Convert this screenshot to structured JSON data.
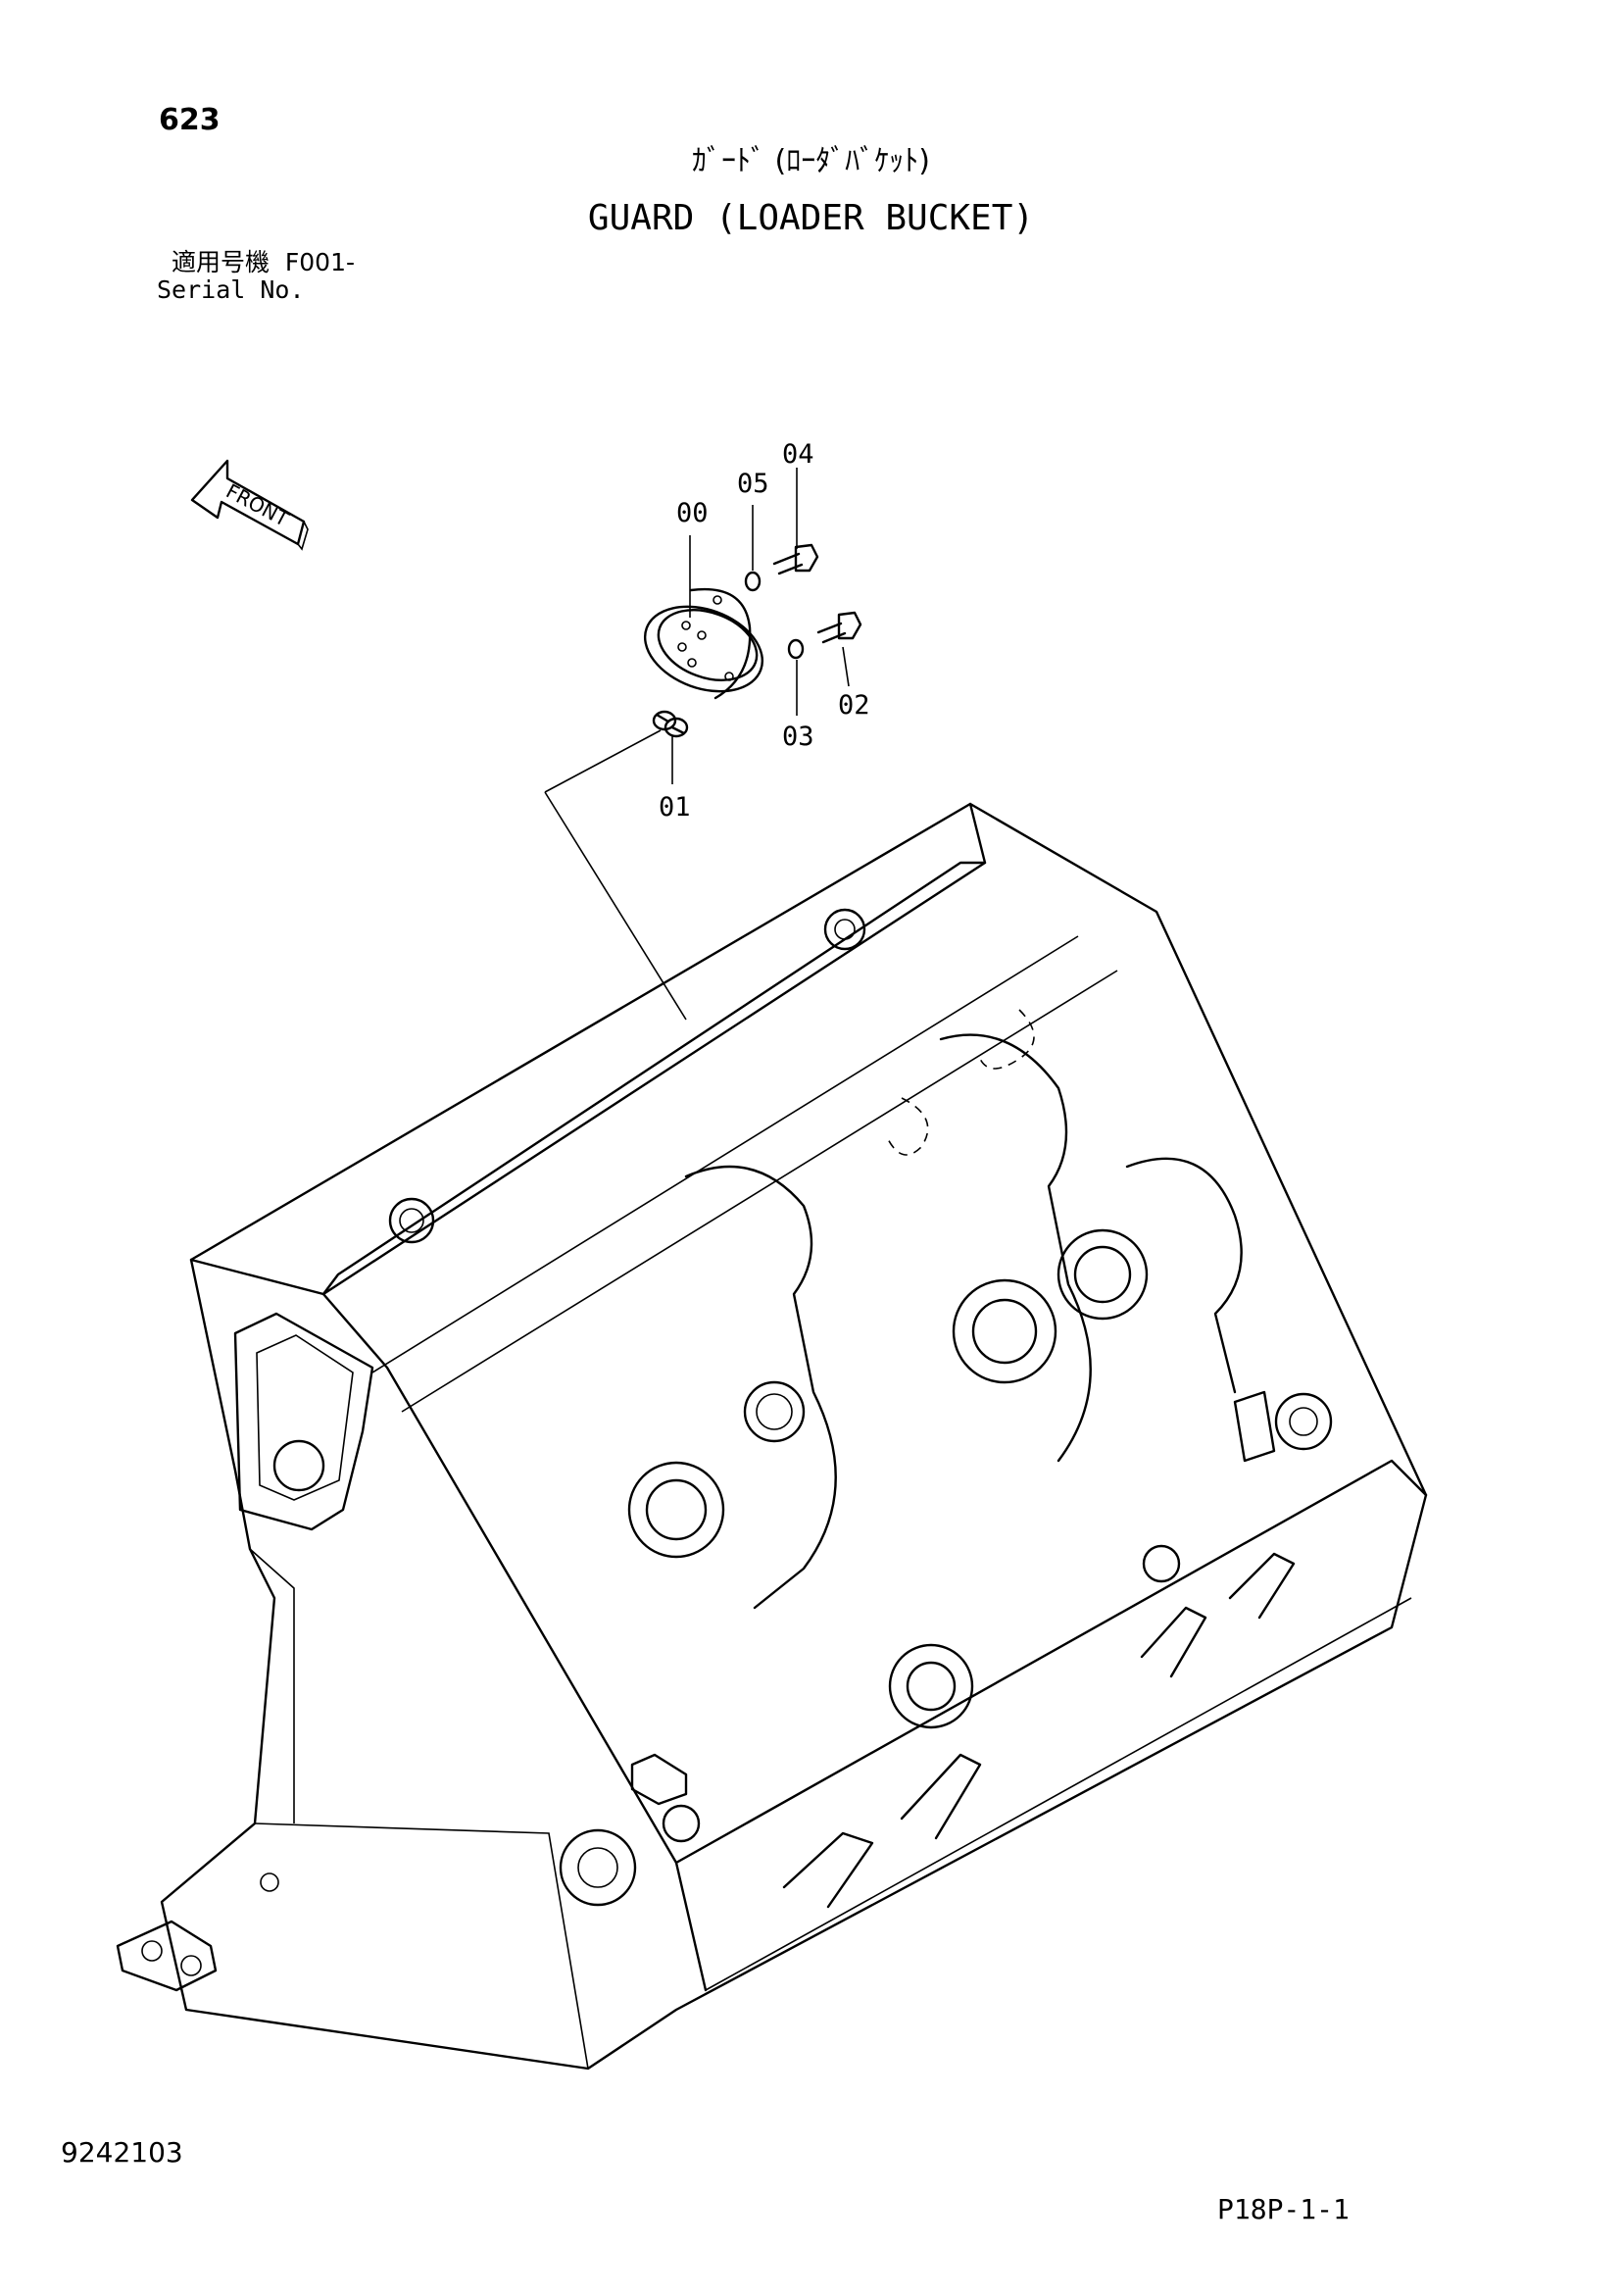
{
  "header": {
    "page_number": "623",
    "title_jp": "ｶﾞｰﾄﾞ (ﾛｰﾀﾞﾊﾞｹｯﾄ)",
    "title_en": "GUARD (LOADER BUCKET)",
    "serial_jp": "適用号機  F001-",
    "serial_en": "Serial No."
  },
  "diagram": {
    "front_label": "FRONT",
    "callouts": [
      "00",
      "01",
      "02",
      "03",
      "04",
      "05"
    ]
  },
  "footer": {
    "doc_number": "9242103",
    "page_code": "P18P-1-1"
  }
}
